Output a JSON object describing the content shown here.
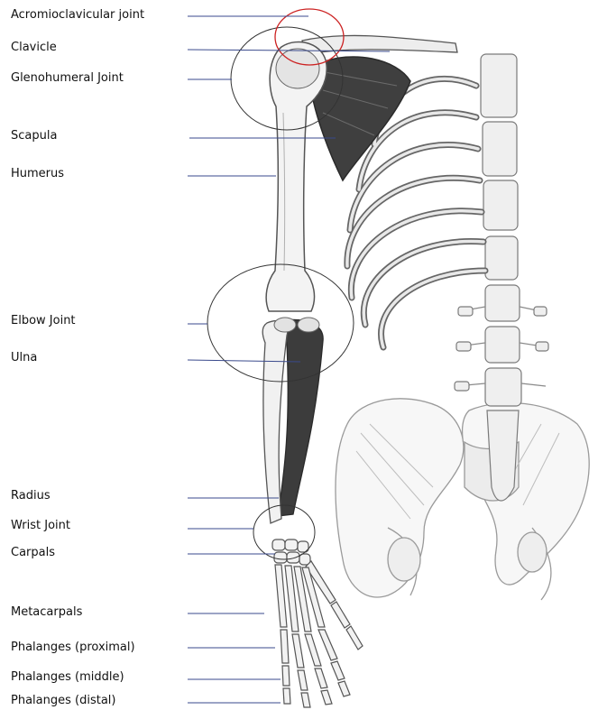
{
  "labels": [
    {
      "id": "acromioclavicular-joint",
      "text": "Acromioclavicular joint"
    },
    {
      "id": "clavicle",
      "text": "Clavicle"
    },
    {
      "id": "glenohumeral-joint",
      "text": "Glenohumeral Joint"
    },
    {
      "id": "scapula",
      "text": "Scapula"
    },
    {
      "id": "humerus",
      "text": "Humerus"
    },
    {
      "id": "elbow-joint",
      "text": "Elbow Joint"
    },
    {
      "id": "ulna",
      "text": "Ulna"
    },
    {
      "id": "radius",
      "text": "Radius"
    },
    {
      "id": "wrist-joint",
      "text": "Wrist Joint"
    },
    {
      "id": "carpals",
      "text": "Carpals"
    },
    {
      "id": "metacarpals",
      "text": "Metacarpals"
    },
    {
      "id": "phalanges-proximal",
      "text": "Phalanges (proximal)"
    },
    {
      "id": "phalanges-middle",
      "text": "Phalanges (middle)"
    },
    {
      "id": "phalanges-distal",
      "text": "Phalanges (distal)"
    }
  ],
  "colors": {
    "leader_line": "#3a4a8c",
    "highlight_circle": "#cc2222",
    "joint_circle": "#333333",
    "bone_fill": "#f2f2f2",
    "bone_stroke": "#555555",
    "shading": "#3c3c3c"
  }
}
